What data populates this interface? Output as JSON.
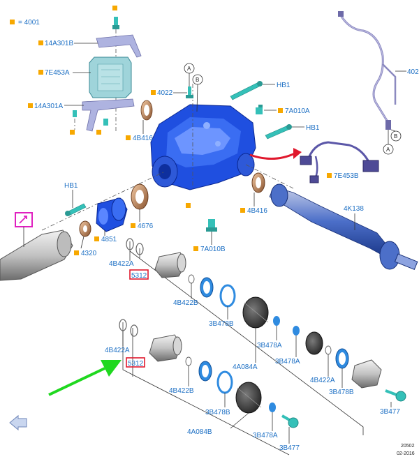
{
  "legend": {
    "label": "= 4001"
  },
  "labels": {
    "l_14A301B": "14A301B",
    "l_7E453A": "7E453A",
    "l_14A301A": "14A301A",
    "l_4022": "4022",
    "l_HB1_top": "HB1",
    "l_7A010A": "7A010A",
    "l_HB1_right": "HB1",
    "l_4B416_left": "4B416",
    "l_7E453B": "7E453B",
    "l_402x": "402",
    "l_HB1_left": "HB1",
    "l_4851": "4851",
    "l_4676": "4676",
    "l_4320": "4320",
    "l_7A010B": "7A010B",
    "l_4B416_right": "4B416",
    "l_4K138": "4K138",
    "l_4B422A_1": "4B422A",
    "l_5312_1": "5312",
    "l_4B422B_1": "4B422B",
    "l_3B478B_1": "3B478B",
    "l_3B478A_1": "3B478A",
    "l_4A084A": "4A084A",
    "l_3B478A_2": "3B478A",
    "l_4B422A_2": "4B422A",
    "l_3B478B_2": "3B478B",
    "l_3B477_1": "3B477",
    "l_4B422A_3": "4B422A",
    "l_5312_2": "5312",
    "l_4B422B_2": "4B422B",
    "l_3B478B_3": "3B478B",
    "l_4A084B": "4A084B",
    "l_3B478A_3": "3B478A",
    "l_3B477_2": "3B477"
  },
  "callouts": {
    "a1": "A",
    "b1": "B",
    "a2": "A",
    "b2": "B"
  },
  "footer": {
    "code": "20502",
    "date": "02-2016"
  },
  "colors": {
    "label_blue": "#1c6fc4",
    "marker_orange": "#f7a800",
    "highlight_red": "#e0182d",
    "arrow_green": "#1fd81f",
    "part_blue": "#1f4fe0",
    "sensor_cyan": "#34c0b8",
    "harness_purple": "#5b57a8",
    "bracket_lavender": "#aeb3e0",
    "module_cyan": "#9fd4da",
    "icon_magenta": "#e020c0"
  },
  "icons": [
    "view-icon",
    "direction-arrow-icon",
    "green-pointer-arrow-icon",
    "red-curved-arrow-icon"
  ]
}
